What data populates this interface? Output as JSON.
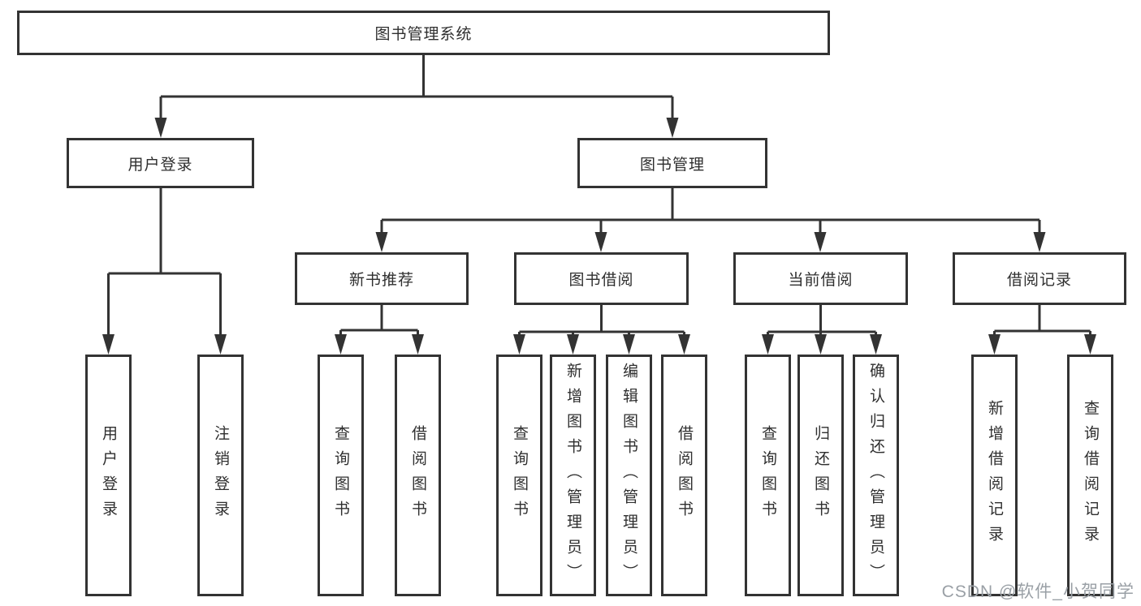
{
  "diagram": {
    "root": {
      "label": "图书管理系统"
    },
    "level2": [
      {
        "label": "用户登录",
        "children": [
          "用户登录",
          "注销登录"
        ]
      },
      {
        "label": "图书管理",
        "children": [
          {
            "label": "新书推荐",
            "children": [
              "查询图书",
              "借阅图书"
            ]
          },
          {
            "label": "图书借阅",
            "children": [
              "查询图书",
              "新增图书（管理员）",
              "编辑图书（管理员）",
              "借阅图书"
            ]
          },
          {
            "label": "当前借阅",
            "children": [
              "查询图书",
              "归还图书",
              "确认归还（管理员）"
            ]
          },
          {
            "label": "借阅记录",
            "children": [
              "新增借阅记录",
              "查询借阅记录"
            ]
          }
        ]
      }
    ],
    "watermark": "CSDN @软件_小贺同学",
    "colors": {
      "line": "#333333",
      "box_fill": "#ffffff",
      "text": "#2f2f2f",
      "watermark": "#9aa0a6",
      "background": "#ffffff"
    }
  }
}
